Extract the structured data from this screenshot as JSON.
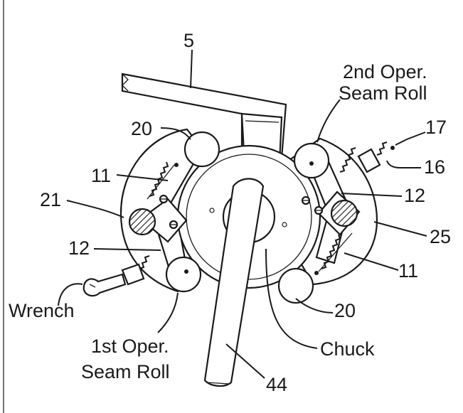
{
  "labels": {
    "l5": "5",
    "oper2_line1": "2nd Oper.",
    "oper2_line2": "Seam Roll",
    "l17": "17",
    "l16": "16",
    "l20_top": "20",
    "l11_top": "11",
    "l12_right": "12",
    "l21": "21",
    "l25": "25",
    "l12_left": "12",
    "l11_bottom": "11",
    "wrench": "Wrench",
    "l20_bottom": "20",
    "oper1_line1": "1st Oper.",
    "oper1_line2": "Seam Roll",
    "chuck": "Chuck",
    "l44": "44"
  }
}
